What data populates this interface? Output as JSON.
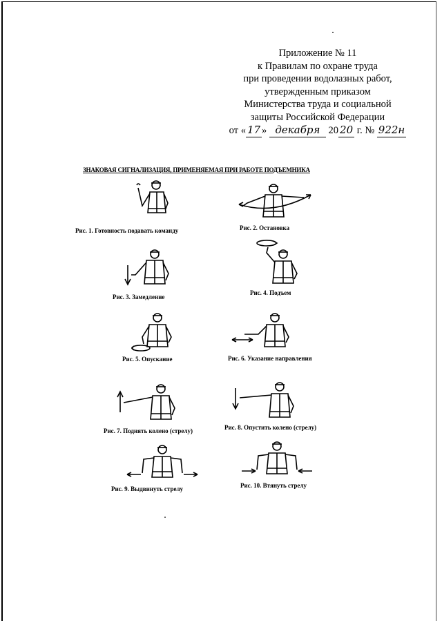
{
  "header": {
    "appendix_number": "Приложение № 11",
    "line1": "к Правилам по охране труда",
    "line2": "при проведении водолазных работ,",
    "line3": "утвержденным приказом",
    "line4": "Министерства труда и социальной",
    "line5": "защиты Российской Федерации",
    "date_prefix": "от «",
    "date_day": "17",
    "date_mid": "»",
    "date_month": "декабря",
    "date_year_prefix": "20",
    "date_year_suffix": "20",
    "date_year_unit": "г. №",
    "order_number": "922н"
  },
  "title": "ЗНАКОВАЯ СИГНАЛИЗАЦИЯ, ПРИМЕНЯЕМАЯ ПРИ РАБОТЕ ПОДЪЕМНИКА",
  "figures": [
    {
      "caption": "Рис. 1. Готовность подавать команду"
    },
    {
      "caption": "Рис. 2. Остановка"
    },
    {
      "caption": "Рис. 3. Замедление"
    },
    {
      "caption": "Рис. 4. Подъем"
    },
    {
      "caption": "Рис. 5. Опускание"
    },
    {
      "caption": "Рис. 6. Указание направления"
    },
    {
      "caption": "Рис. 7. Поднять колено (стрелу)"
    },
    {
      "caption": "Рис. 8. Опустить колено (стрелу)"
    },
    {
      "caption": "Рис. 9. Выдвинуть стрелу"
    },
    {
      "caption": "Рис. 10. Втянуть стрелу"
    }
  ]
}
